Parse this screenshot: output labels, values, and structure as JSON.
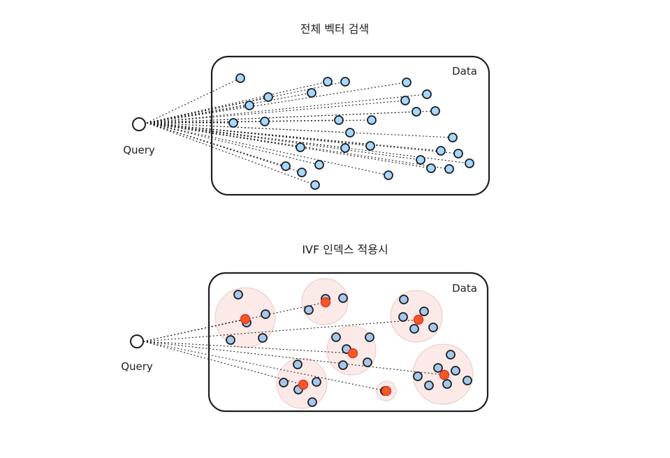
{
  "colors": {
    "vector_fill": "#a5d8ff",
    "vector_fill_clustered": "#a5c8ec",
    "cluster_fill": "#fbeae8",
    "centroid_fill": "#f25a24",
    "stroke": "#1e1e1e"
  },
  "top_panel": {
    "title": "전체 벡터 검색",
    "data_label": "Data",
    "query_label": "Query"
  },
  "bottom_panel": {
    "title": "IVF 인덱스 적용시",
    "data_label": "Data",
    "query_label": "Query"
  }
}
